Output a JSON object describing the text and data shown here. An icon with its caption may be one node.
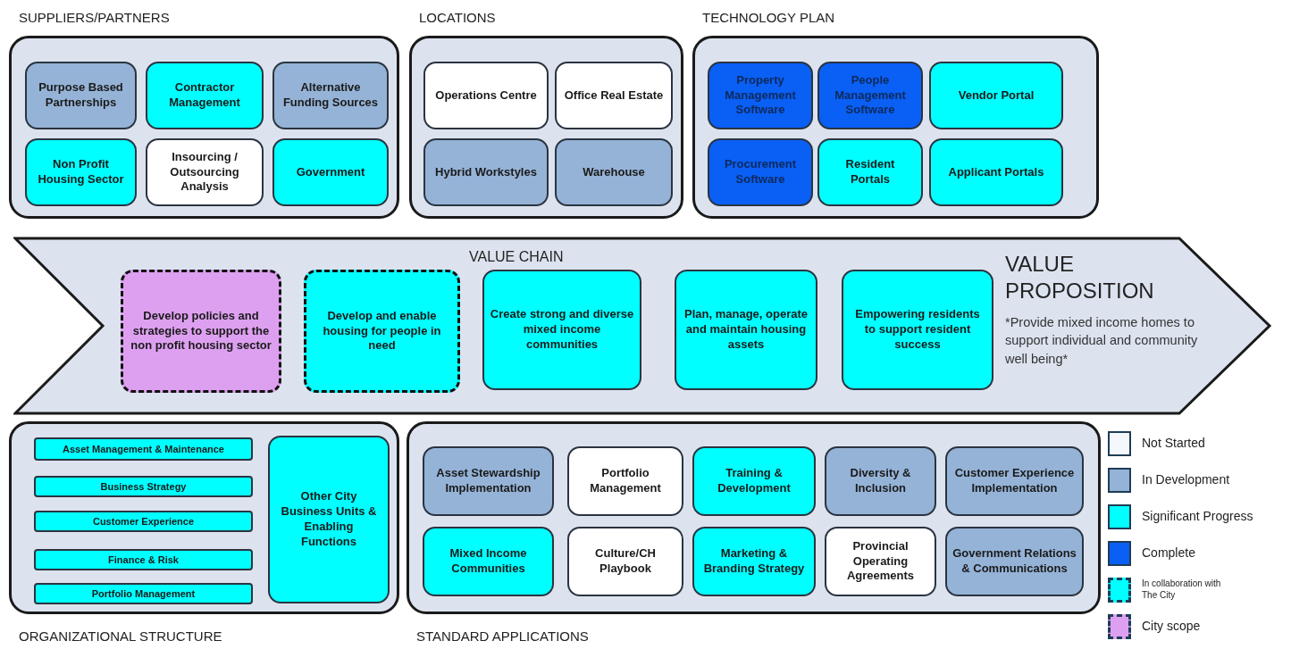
{
  "diagram": {
    "nodes": [
      {
        "text": [
          "SUPPLIERS/PARTNERS"
        ]
      },
      {
        "text": [
          "Purpose Based Partnerships"
        ],
        "in": 0
      },
      {
        "text": [
          "Contractor Management"
        ],
        "in": 0
      },
      {
        "text": [
          "Alternative Funding Sources"
        ],
        "in": 0
      },
      {
        "text": [
          "Non Profit Housing Sector"
        ],
        "in": 0
      },
      {
        "text": [
          "Insourcing / Outsourcing Analysis"
        ],
        "in": 0
      },
      {
        "text": [
          "Government"
        ],
        "in": 0
      },
      {
        "text": [
          "LOCATIONS"
        ]
      },
      {
        "text": [
          "Operations Centre"
        ],
        "in": 7
      },
      {
        "text": [
          "Office Real Estate"
        ],
        "in": 7
      },
      {
        "text": [
          "Hybrid Workstyles"
        ],
        "in": 7
      },
      {
        "text": [
          "Warehouse"
        ],
        "in": 7
      },
      {
        "text": [
          "TECHNOLOGY PLAN"
        ]
      },
      {
        "text": [
          "Property Management Software"
        ],
        "in": 12
      },
      {
        "text": [
          "People Management Software"
        ],
        "in": 12
      },
      {
        "text": [
          "Vendor Portal"
        ],
        "in": 12
      },
      {
        "text": [
          "Procurement Software"
        ],
        "in": 12
      },
      {
        "text": [
          "Resident Portals"
        ],
        "in": 12
      },
      {
        "text": [
          "Applicant Portals"
        ],
        "in": 12
      },
      {
        "text": [
          "VALUE CHAIN",
          "VALUE PROPOSITION",
          "*Provide mixed income homes to support individual and community well being*"
        ]
      },
      {
        "text": [
          "Develop policies and strategies to support the non profit housing sector"
        ],
        "in": 19
      },
      {
        "text": [
          "Develop and enable housing for people in need"
        ],
        "in": 19
      },
      {
        "text": [
          "Create strong and diverse mixed income communities"
        ],
        "in": 19
      },
      {
        "text": [
          "Plan, manage, operate and maintain housing assets"
        ],
        "in": 19
      },
      {
        "text": [
          "Empowering residents to support resident success"
        ],
        "in": 19
      },
      {
        "text": [
          "ORGANIZATIONAL STRUCTURE"
        ]
      },
      {
        "text": [
          "Asset Management & Maintenance"
        ],
        "in": 25
      },
      {
        "text": [
          "Business Strategy"
        ],
        "in": 25
      },
      {
        "text": [
          "Customer Experience"
        ],
        "in": 25
      },
      {
        "text": [
          "Finance & Risk"
        ],
        "in": 25
      },
      {
        "text": [
          "Portfolio Management"
        ],
        "in": 25
      },
      {
        "text": [
          "Other City Business Units & Enabling Functions"
        ],
        "in": 25
      },
      {
        "text": [
          "STANDARD APPLICATIONS"
        ]
      },
      {
        "text": [
          "Asset Stewardship Implementation"
        ],
        "in": 32
      },
      {
        "text": [
          "Portfolio Management"
        ],
        "in": 32
      },
      {
        "text": [
          "Training & Development"
        ],
        "in": 32
      },
      {
        "text": [
          "Diversity & Inclusion"
        ],
        "in": 32
      },
      {
        "text": [
          "Customer Experience Implementation"
        ],
        "in": 32
      },
      {
        "text": [
          "Mixed Income Communities"
        ],
        "in": 32
      },
      {
        "text": [
          "Culture/CH Playbook"
        ],
        "in": 32
      },
      {
        "text": [
          "Marketing & Branding Strategy"
        ],
        "in": 32
      },
      {
        "text": [
          "Provincial Operating Agreements"
        ],
        "in": 32
      },
      {
        "text": [
          "Government Relations & Communications"
        ],
        "in": 32
      }
    ],
    "legend": [
      {
        "text": "Not Started",
        "color": "#f4f8fc"
      },
      {
        "text": "In Development",
        "color": "#95b3d7"
      },
      {
        "text": "Significant Progress",
        "color": "#00ffff"
      },
      {
        "text": "Complete",
        "color": "#0a5ff5"
      },
      {
        "text": "In collaboration with The City"
      },
      {
        "text": "City scope"
      }
    ]
  }
}
